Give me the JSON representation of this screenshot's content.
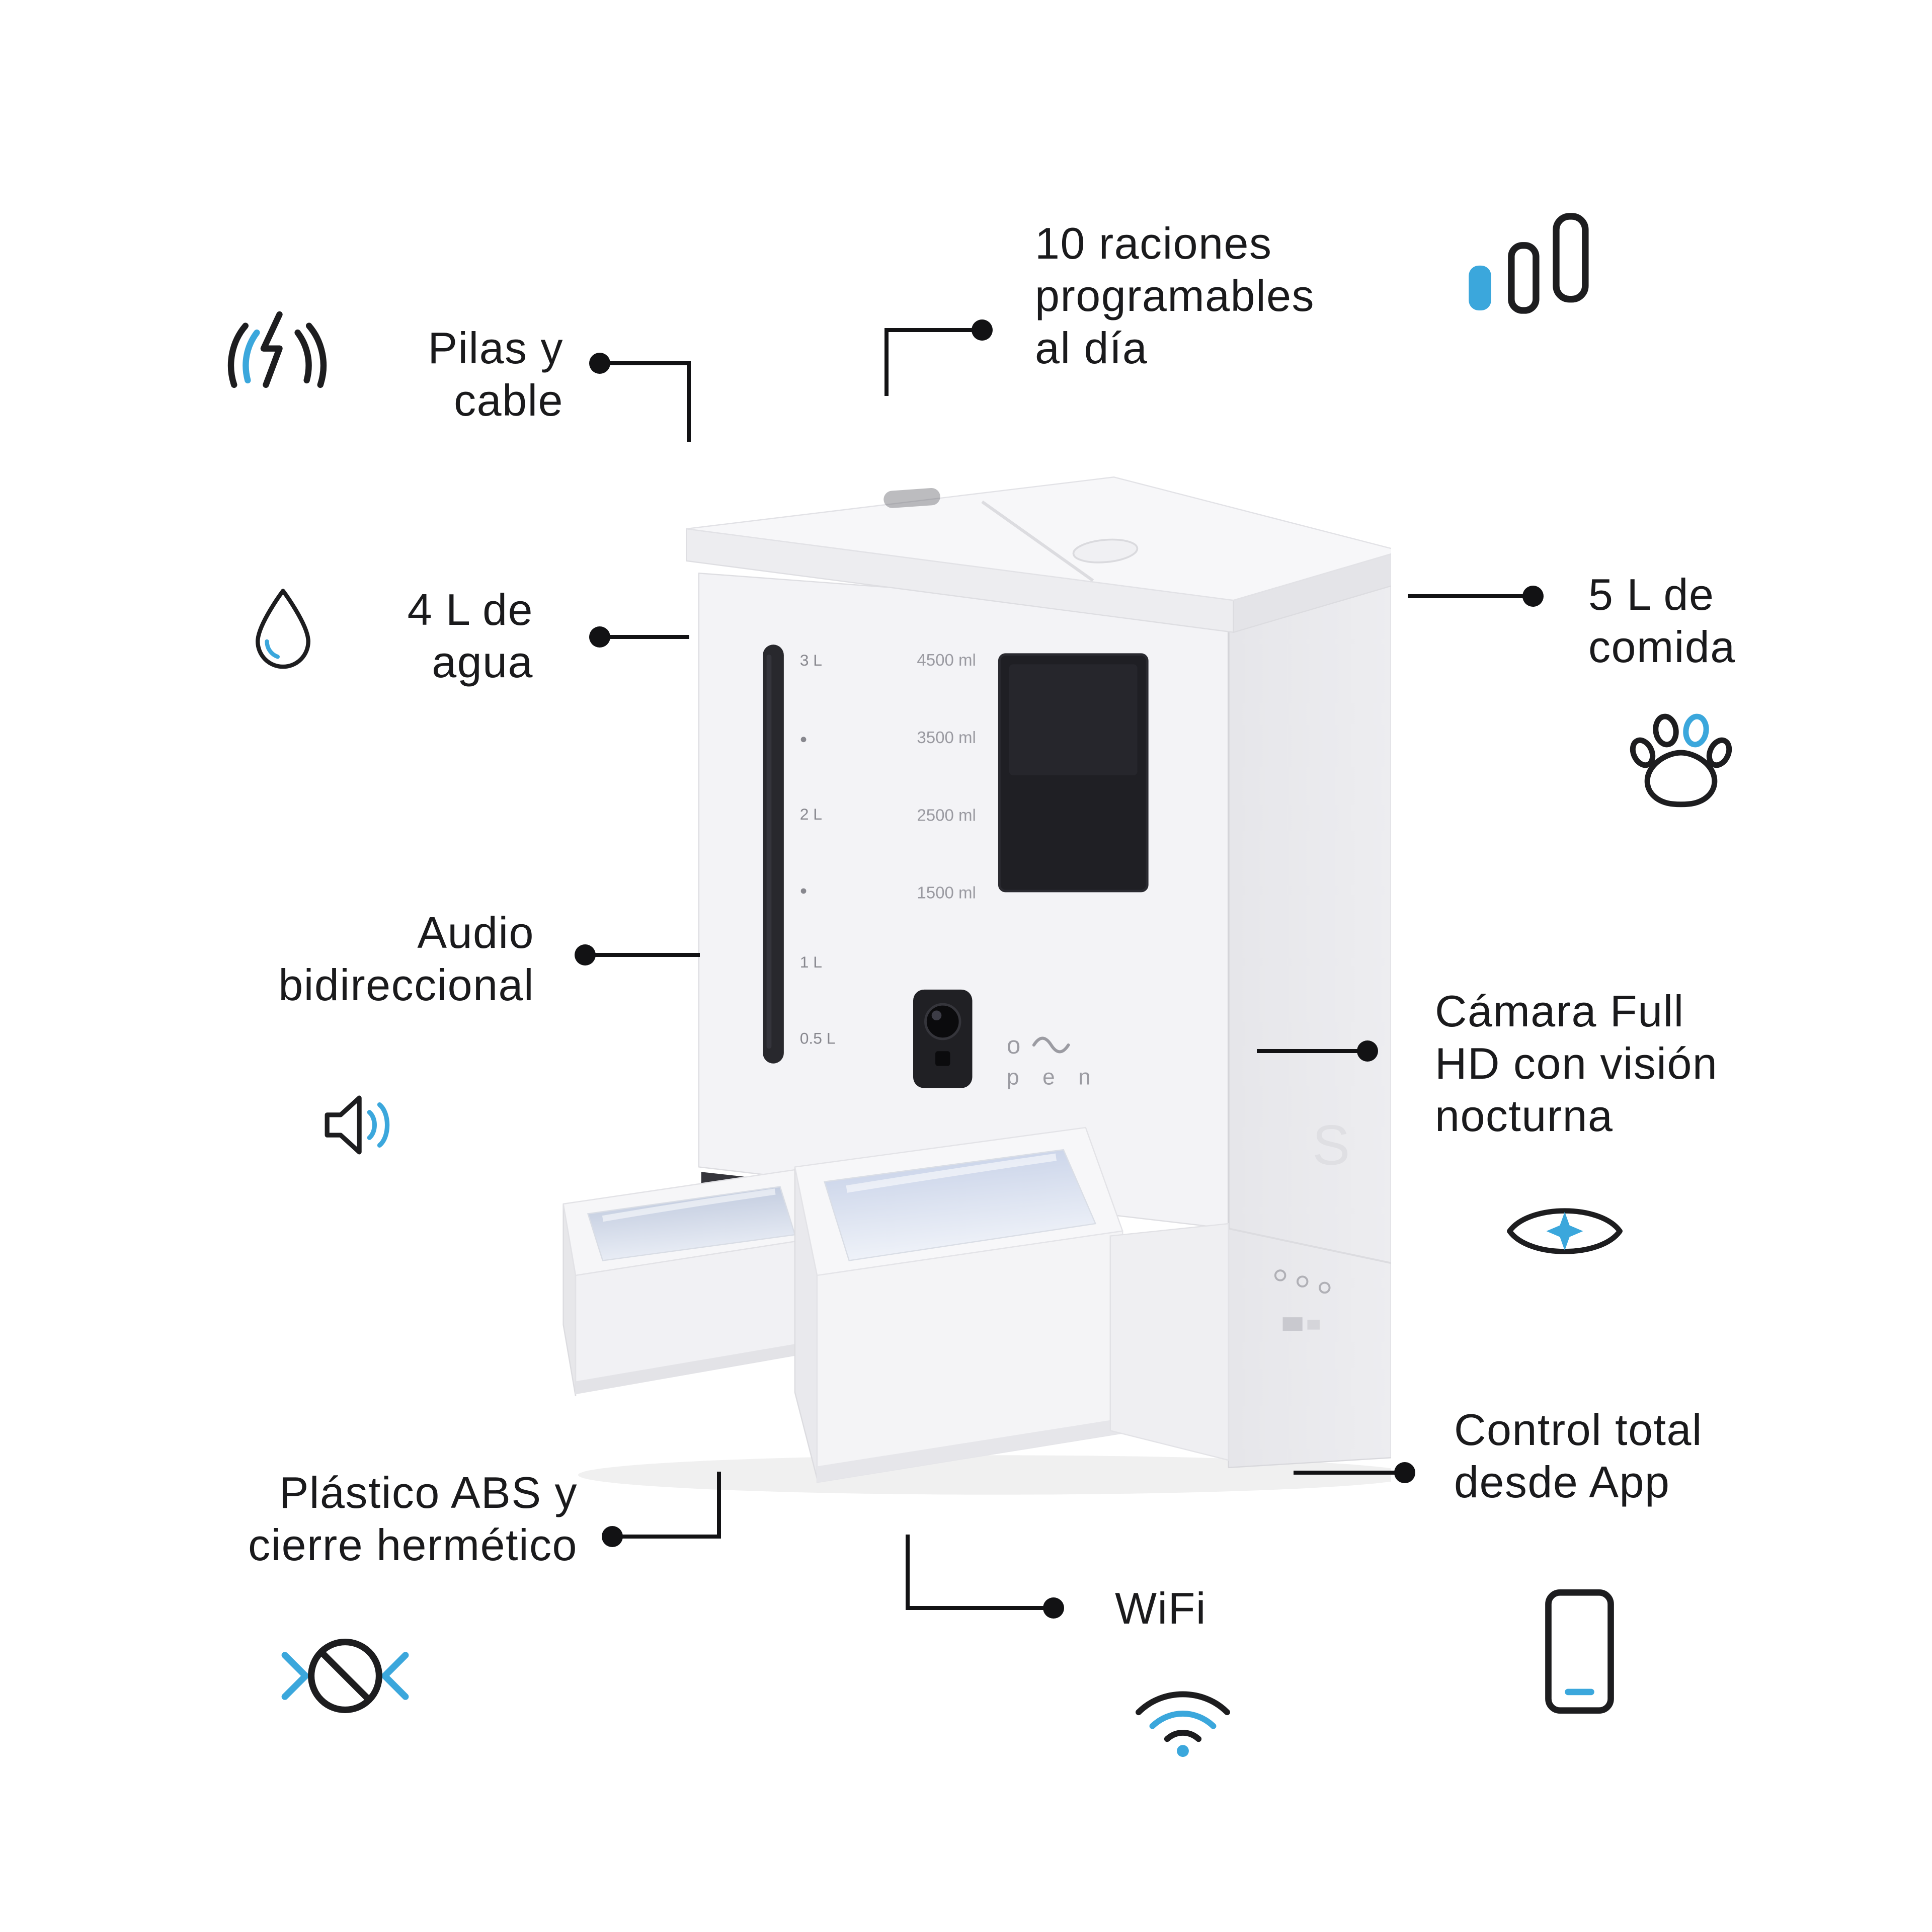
{
  "colors": {
    "accent": "#3ba7dc",
    "ink": "#1d1d1f"
  },
  "callouts": {
    "battery": {
      "label": "Pilas y\ncable"
    },
    "portions": {
      "label": "10 raciones\nprogramables\nal día"
    },
    "water": {
      "label": "4 L de\nagua"
    },
    "food": {
      "label": "5 L de\ncomida"
    },
    "audio": {
      "label": "Audio\nbidireccional"
    },
    "camera": {
      "label": "Cámara Full\nHD con visión\nnocturna"
    },
    "material": {
      "label": "Plástico ABS y\ncierre hermético"
    },
    "wifi": {
      "label": "WiFi"
    },
    "app": {
      "label": "Control total\ndesde App"
    }
  },
  "device": {
    "water_gauge_labels": [
      "3 L",
      "2 L",
      "1 L",
      "0.5 L"
    ],
    "food_levels": [
      "4500 ml",
      "3500 ml",
      "2500 ml",
      "1500 ml"
    ],
    "brand": {
      "line1": "o",
      "line2": "p e n"
    },
    "side_mark": "S"
  }
}
